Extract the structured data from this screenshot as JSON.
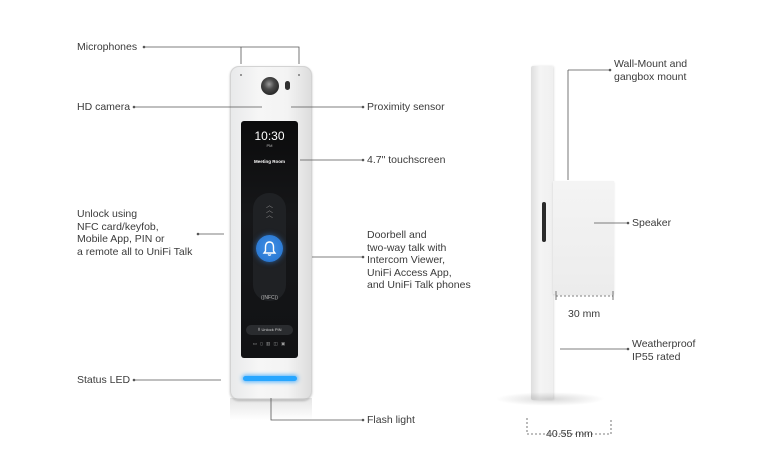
{
  "labels": {
    "microphones": "Microphones",
    "hd_camera": "HD camera",
    "proximity_sensor": "Proximity sensor",
    "touchscreen": "4.7\" touchscreen",
    "unlock": [
      "Unlock using",
      "NFC card/keyfob,",
      "Mobile App, PIN or",
      "a remote all to UniFi Talk"
    ],
    "doorbell": [
      "Doorbell and",
      "two-way talk with",
      "Intercom Viewer,",
      "UniFi Access  App,",
      "and UniFi Talk phones"
    ],
    "status_led": "Status LED",
    "flash_light": "Flash light",
    "wall_mount": [
      "Wall-Mount and",
      "gangbox mount"
    ],
    "speaker": "Speaker",
    "weatherproof": [
      "Weatherproof",
      "IP55 rated"
    ],
    "depth_box": "30 mm",
    "depth_total": "40.55 mm"
  },
  "screen": {
    "time": "10:30",
    "ampm": "PM",
    "room": "Meeting Room",
    "nfc": "NFC",
    "unlock_pin": "Unlock PIN"
  }
}
